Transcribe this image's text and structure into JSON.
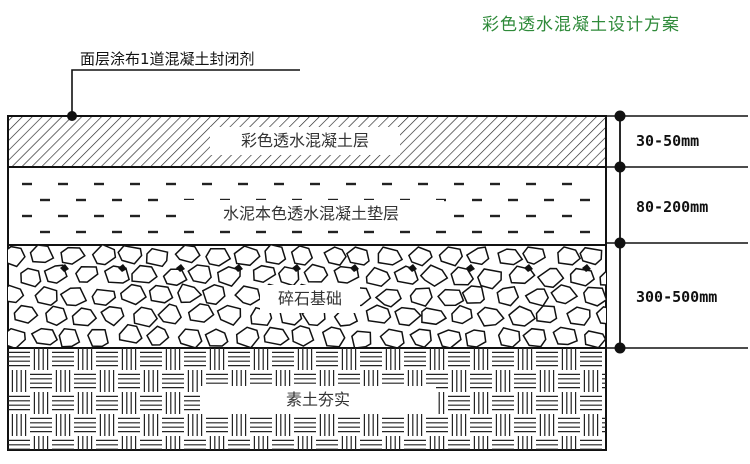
{
  "title": "彩色透水混凝土设计方案",
  "sealer_label": "面层涂布1道混凝土封闭剂",
  "layers": [
    {
      "label": "彩色透水混凝土层",
      "thickness": "30-50mm",
      "pattern": "diagonal-hatch"
    },
    {
      "label": "水泥本色透水混凝土垫层",
      "thickness": "80-200mm",
      "pattern": "dashes"
    },
    {
      "label": "碎石基础",
      "thickness": "300-500mm",
      "pattern": "stones"
    },
    {
      "label": "素土夯实",
      "thickness": "",
      "pattern": "woven-brick"
    }
  ],
  "colors": {
    "title": "#2f8a3a",
    "line": "#111111"
  }
}
